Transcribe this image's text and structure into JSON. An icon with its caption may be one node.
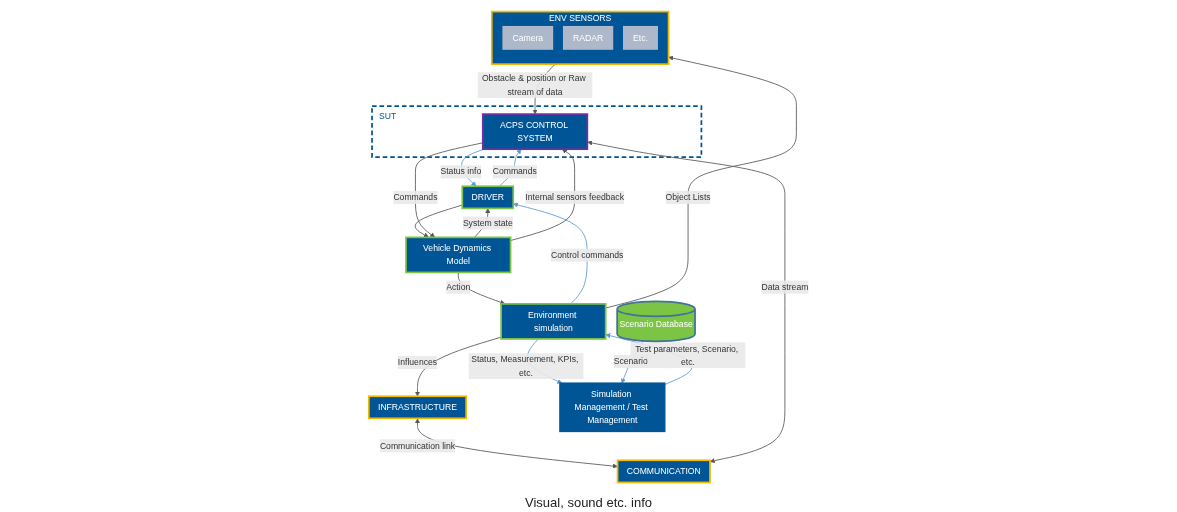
{
  "diagram": {
    "nodes": [
      {
        "text": [
          "INFRASTRUCTURE"
        ]
      },
      {
        "text": [
          "COMMUNICATION"
        ]
      },
      {
        "text": [
          "DRIVER"
        ]
      },
      {
        "text": [
          "SUT"
        ]
      },
      {
        "text": [
          "ACPS CONTROL SYSTEM"
        ],
        "in": 3
      },
      {
        "text": [
          "Environment simulation"
        ]
      },
      {
        "text": [
          "ENV SENSORS"
        ]
      },
      {
        "text": [
          "Camera"
        ],
        "in": 6
      },
      {
        "text": [
          "RADAR"
        ],
        "in": 6
      },
      {
        "text": [
          "Etc."
        ],
        "in": 6
      },
      {
        "text": [
          "Vehicle Dynamics Model"
        ]
      },
      {
        "text": [
          "Simulation Management / Test Management"
        ]
      },
      {
        "text": [
          "Scenario Database"
        ]
      }
    ],
    "edges": [
      {
        "from": 0,
        "to": 1,
        "arrow": "both",
        "label": "Communication link"
      },
      {
        "from": 5,
        "to": 0,
        "arrow": "to",
        "label": "Influences"
      },
      {
        "from": 4,
        "to": 1,
        "arrow": "both",
        "label": "Data stream"
      },
      {
        "from": 5,
        "to": 2,
        "arrow": "to",
        "label": "Control commands",
        "color": "#5b9bd5"
      },
      {
        "from": 2,
        "to": 4,
        "arrow": "to",
        "label": "Commands",
        "color": "#5b9bd5"
      },
      {
        "from": 4,
        "to": 2,
        "arrow": "to",
        "label": "Status info",
        "color": "#5b9bd5"
      },
      {
        "from": 2,
        "to": 10,
        "arrow": "to"
      },
      {
        "from": 10,
        "to": 2,
        "arrow": "to",
        "label": "System state"
      },
      {
        "from": 5,
        "to": 6,
        "arrow": "to",
        "label": "Object Lists"
      },
      {
        "from": 6,
        "to": 4,
        "arrow": "to",
        "label": "Obstacle & position or Raw stream of data"
      },
      {
        "from": 4,
        "to": 10,
        "arrow": "to",
        "label": "Commands"
      },
      {
        "from": 10,
        "to": 4,
        "arrow": "to",
        "label": "Internal sensors feedback"
      },
      {
        "from": 10,
        "to": 5,
        "arrow": "to",
        "label": "Action"
      },
      {
        "from": 11,
        "to": 5,
        "arrow": "to",
        "label": "Test parameters, Scenario, etc.",
        "color": "#5b9bd5"
      },
      {
        "from": 5,
        "to": 11,
        "arrow": "to",
        "label": "Status, Measurement, KPIs, etc.",
        "color": "#5b9bd5"
      },
      {
        "from": 12,
        "to": 11,
        "arrow": "to",
        "label": "Scenario",
        "color": "#5b9bd5"
      }
    ],
    "labels": [
      "Visual, sound etc. info"
    ]
  }
}
